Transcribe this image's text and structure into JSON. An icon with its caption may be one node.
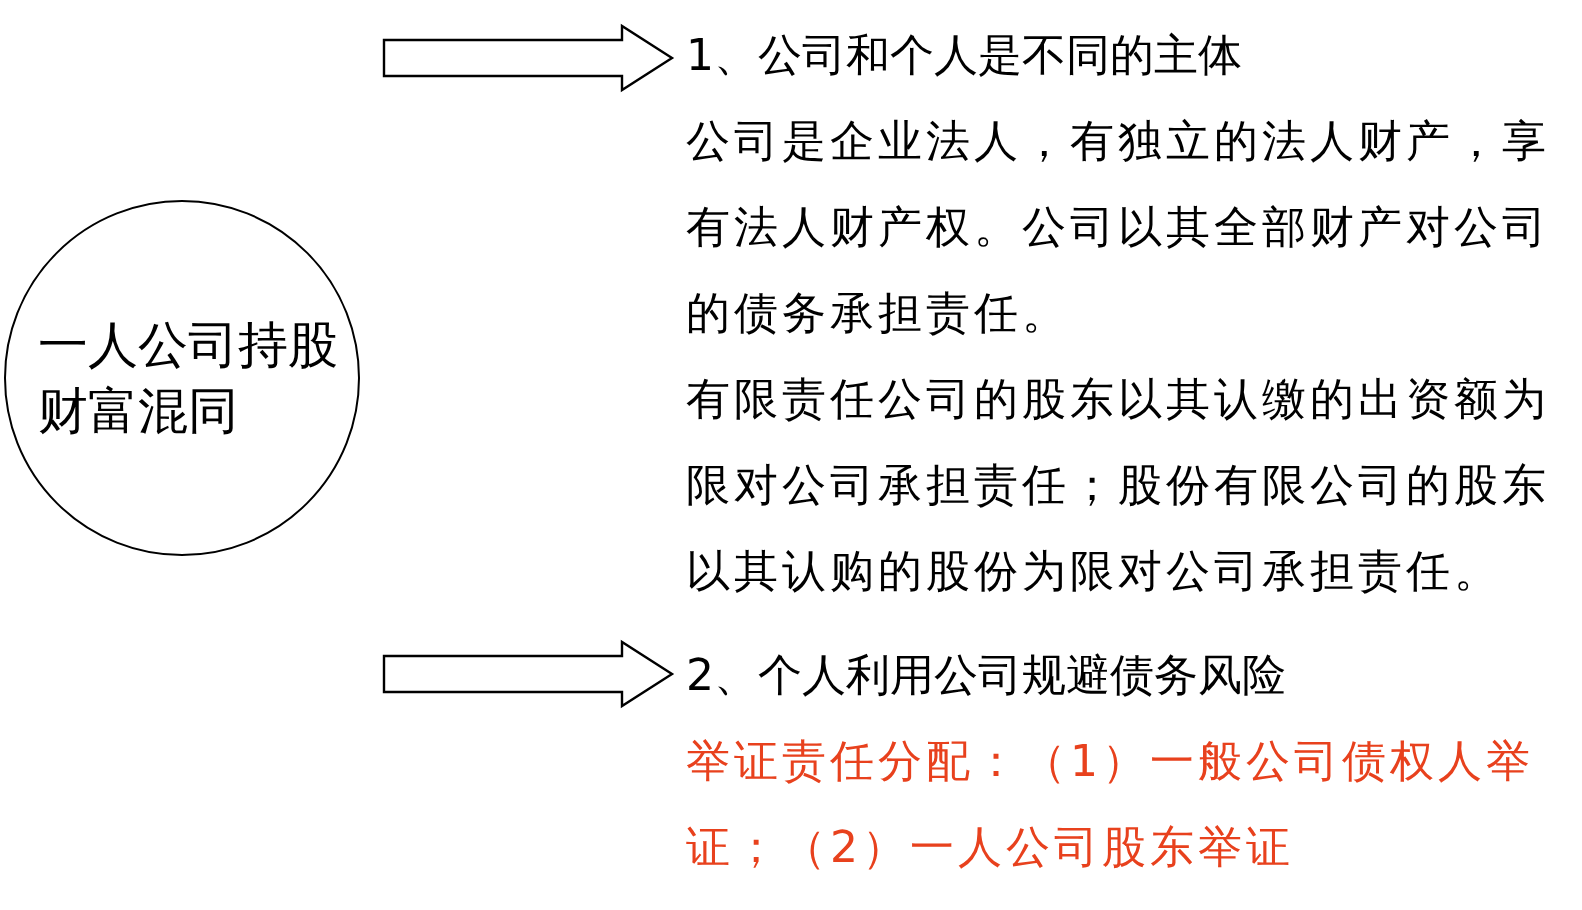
{
  "diagram": {
    "nodes": [
      {
        "text": [
          "一人公司持股财富混同"
        ]
      },
      {
        "text": [
          "1、公司和个人是不同的主体",
          "公司是企业法人，有独立的法人财产，享有法人财产权。公司以其全部财产对公司的债务承担责任。",
          "有限责任公司的股东以其认缴的出资额为限对公司承担责任；股份有限公司的股东以其认购的股份为限对公司承担责任。"
        ]
      },
      {
        "text": [
          "2、个人利用公司规避债务风险",
          "举证责任分配：（1）一般公司债权人举证；（2）一人公司股东举证"
        ]
      }
    ],
    "edges": [
      {
        "from": null,
        "to": 1,
        "arrow": "to"
      },
      {
        "from": null,
        "to": 2,
        "arrow": "to"
      }
    ]
  }
}
